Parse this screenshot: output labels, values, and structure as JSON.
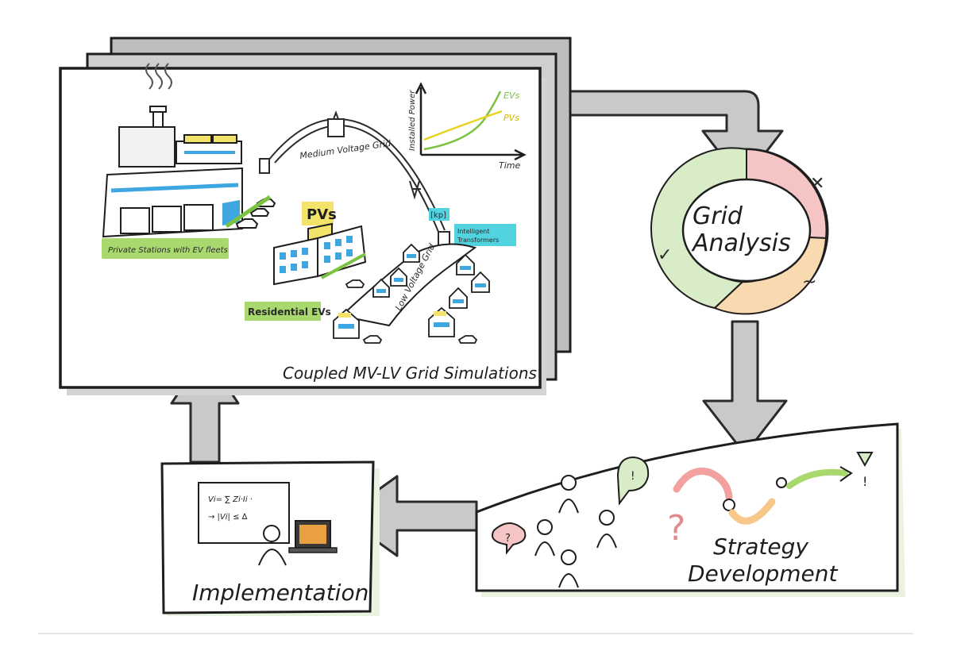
{
  "frame": {
    "caption": "Coupled MV-LV Grid Simulations"
  },
  "scene": {
    "mv_grid_label": "Medium Voltage Grid",
    "lv_grid_label": "Low Voltage Grid",
    "pv_label": "PVs",
    "residential_label": "Residential EVs",
    "private_label": "Private Stations with EV fleets",
    "transformer_tag": "[kp]",
    "transformer_label_line1": "Intelligent",
    "transformer_label_line2": "Transformers"
  },
  "mini_chart": {
    "ylabel": "Installed Power",
    "xlabel": "Time",
    "series": [
      {
        "name": "EVs",
        "color": "#7cc242"
      },
      {
        "name": "PVs",
        "color": "#e8d21e"
      }
    ]
  },
  "analysis": {
    "line1": "Grid",
    "line2": "Analysis",
    "segment_colors": {
      "good": "#d9ecc8",
      "bad": "#f5c5c5",
      "mid": "#f8d9b0"
    },
    "marks": {
      "good": "✓",
      "bad": "✕",
      "mid": "~"
    }
  },
  "strategy": {
    "line1": "Strategy",
    "line2": "Development",
    "bubble_question": "?",
    "bubble_exclaim": "!",
    "big_question": "?",
    "goal_exclaim": "!"
  },
  "implementation": {
    "label": "Implementation",
    "board_line1": "Vi= ∑ Zi·Ii ·",
    "board_line2": "→ |Vi| ≤ ∆"
  },
  "colors": {
    "arrow": "#c9c9c9",
    "ink": "#1e1e1e",
    "green_tag": "#a9d86e",
    "yellow_tag": "#f3e36a",
    "cyan_tag": "#52d3e0",
    "building_blue": "#3ea6e0",
    "frame_shadow": "#bdbdbd"
  }
}
